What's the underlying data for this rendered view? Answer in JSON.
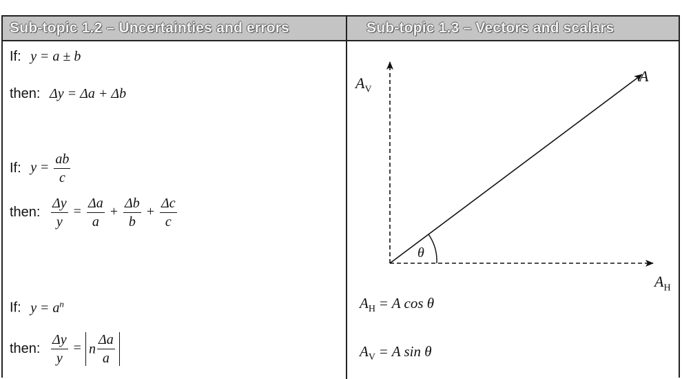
{
  "headers": {
    "left": "Sub-topic 1.2 – Uncertainties and errors",
    "right": "Sub-topic 1.3 – Vectors and scalars"
  },
  "left": {
    "if_word": "If:",
    "then_word": "then:",
    "rule1": {
      "lhs": "y",
      "rhs": "a ± b",
      "then": "Δy = Δa + Δb"
    },
    "rule2": {
      "lhs": "y",
      "num": "ab",
      "den": "c",
      "then_lhs_num": "Δy",
      "then_lhs_den": "y",
      "t1_num": "Δa",
      "t1_den": "a",
      "t2_num": "Δb",
      "t2_den": "b",
      "t3_num": "Δc",
      "t3_den": "c"
    },
    "rule3": {
      "lhs": "y",
      "base": "a",
      "exp": "n",
      "then_lhs_num": "Δy",
      "then_lhs_den": "y",
      "coef": "n",
      "inner_num": "Δa",
      "inner_den": "a"
    }
  },
  "right": {
    "label_A": "A",
    "label_AV": "A",
    "label_AV_sub": "V",
    "label_AH": "A",
    "label_AH_sub": "H",
    "angle": "θ",
    "eq_h": {
      "lhs": "A",
      "lhs_sub": "H",
      "rhs": "A cos θ"
    },
    "eq_v": {
      "lhs": "A",
      "lhs_sub": "V",
      "rhs": "A sin θ"
    }
  }
}
